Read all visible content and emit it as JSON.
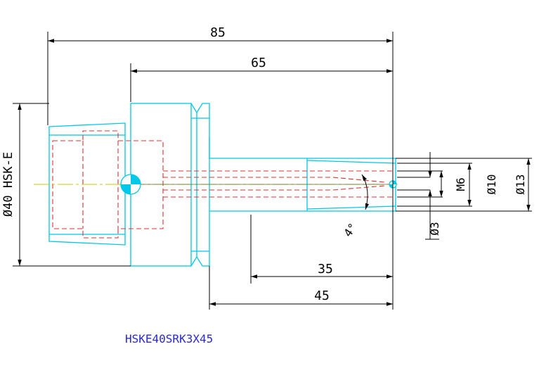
{
  "drawing": {
    "part_number": "HSKE40SRK3X45",
    "dimensions": {
      "overall_length": "85",
      "body_length": "65",
      "shank_length": "35",
      "projection_length": "45",
      "interface": "Ø40 HSK-E",
      "taper_angle": "4°",
      "bore_dia": "Ø3",
      "thread": "M6",
      "dia_10": "Ø10",
      "dia_13": "Ø13"
    },
    "colors": {
      "outline": "#00c8e6",
      "hidden": "#e03030",
      "center": "#c8c800",
      "dimension": "#000000",
      "label": "#2a2ad0"
    }
  }
}
